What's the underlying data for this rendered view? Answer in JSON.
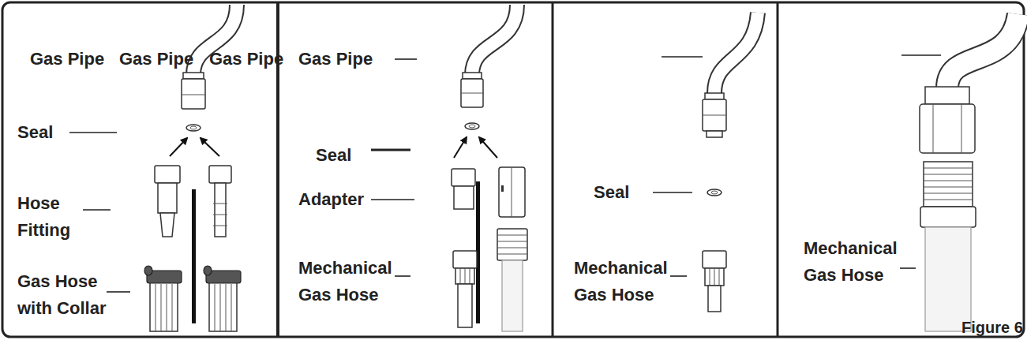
{
  "diagram": {
    "labels": [
      "Gas Pipe",
      "Gas Pipe",
      "Gas Pipe",
      "Gas Pipe",
      "Seal",
      "Hose Fitting",
      "Gas Hose with Collar",
      "Seal",
      "Adapter",
      "Mechanical Gas Hose",
      "Seal",
      "Mechanical Gas Hose",
      "Mechanical Gas Hose",
      "Figure 6"
    ]
  }
}
